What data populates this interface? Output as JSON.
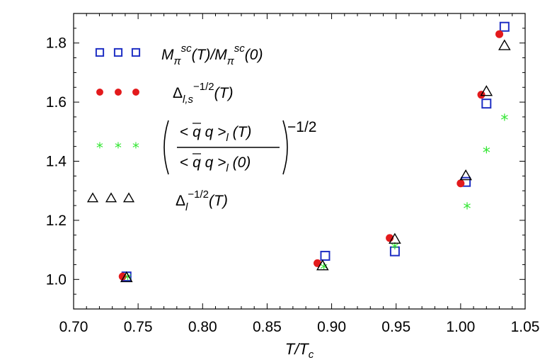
{
  "chart_data": {
    "type": "scatter",
    "xlabel": "T/T",
    "xlabel_sub": "c",
    "ylabel": "",
    "xlim": [
      0.7,
      1.05
    ],
    "ylim": [
      0.9,
      1.9
    ],
    "xticks": [
      0.7,
      0.75,
      0.8,
      0.85,
      0.9,
      0.95,
      1.0,
      1.05
    ],
    "xtick_labels": [
      "0.70",
      "0.75",
      "0.80",
      "0.85",
      "0.90",
      "0.95",
      "1.00",
      "1.05"
    ],
    "yticks": [
      1.0,
      1.2,
      1.4,
      1.6,
      1.8
    ],
    "ytick_labels": [
      "1.0",
      "1.2",
      "1.4",
      "1.6",
      "1.8"
    ],
    "legend_position": "top-left",
    "series": [
      {
        "marker": "square",
        "color": "#1f2fc4",
        "points": [
          [
            0.741,
            1.01
          ],
          [
            0.895,
            1.08
          ],
          [
            0.949,
            1.095
          ],
          [
            1.004,
            1.33
          ],
          [
            1.02,
            1.595
          ],
          [
            1.034,
            1.855
          ]
        ]
      },
      {
        "marker": "circle",
        "color": "#e31a1c",
        "points": [
          [
            0.738,
            1.01
          ],
          [
            0.889,
            1.055
          ],
          [
            0.945,
            1.14
          ],
          [
            1.0,
            1.325
          ],
          [
            1.016,
            1.625
          ],
          [
            1.03,
            1.83
          ]
        ]
      },
      {
        "marker": "star",
        "color": "#33e633",
        "points": [
          [
            0.742,
            1.005
          ],
          [
            0.894,
            1.04
          ],
          [
            0.949,
            1.11
          ],
          [
            1.005,
            1.245
          ],
          [
            1.02,
            1.435
          ],
          [
            1.034,
            1.545
          ]
        ]
      },
      {
        "marker": "triangle",
        "color": "#000000",
        "points": [
          [
            0.741,
            1.005
          ],
          [
            0.893,
            1.045
          ],
          [
            0.949,
            1.135
          ],
          [
            1.004,
            1.35
          ],
          [
            1.02,
            1.635
          ],
          [
            1.034,
            1.79
          ]
        ]
      }
    ],
    "legend": [
      {
        "marker": "square",
        "a": "M",
        "a_sub": "π",
        "a_sup": "sc",
        "b": "(T)/M",
        "b_sub": "π",
        "b_sup": "sc",
        "c": "(0)"
      },
      {
        "marker": "circle",
        "a": "Δ",
        "a_sub": "l,s",
        "a_sup": "−1/2",
        "b": "(T)"
      },
      {
        "marker": "star",
        "num_lt": "< ",
        "num_q": "q",
        "num_mid": " q >",
        "num_sub": "l",
        "num_end": " (T)",
        "den_lt": "< ",
        "den_q": "q",
        "den_mid": " q >",
        "den_sub": "l",
        "den_end": " (0)",
        "sup": "−1/2"
      },
      {
        "marker": "triangle",
        "a": "Δ",
        "a_sub": "l",
        "a_sup": "−1/2",
        "b": "(T)"
      }
    ]
  }
}
